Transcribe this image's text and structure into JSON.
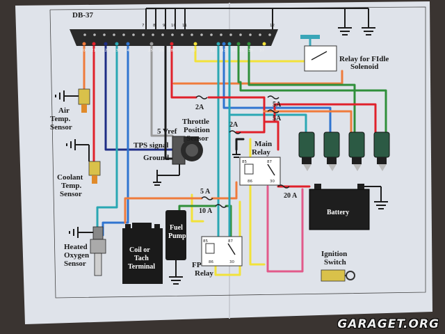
{
  "diagram": {
    "connector_title": "DB-37",
    "top_pins": [
      "7",
      "8",
      "9",
      "10",
      "11",
      "12"
    ],
    "bottom_pins": [
      "20",
      "21",
      "22",
      "23",
      "24",
      "25",
      "26",
      "28",
      "30",
      "32",
      "33",
      "34",
      "35",
      "36",
      "37"
    ],
    "labels": {
      "relay_fidle": "Relay for FIdle Solenoid",
      "air_temp": "Air Temp. Sensor",
      "coolant_temp": "Coolant Temp. Sensor",
      "throttle_position": "Throttle Position Sensor",
      "vref": "5 Vref",
      "tps_signal": "TPS signal",
      "ground": "Ground",
      "main_relay": "Main Relay",
      "battery": "Battery",
      "heated_oxygen": "Heated Oxygen Sensor",
      "coil": "Coil or Tach Terminal",
      "fuel_pump": "Fuel Pump",
      "fp_relay": "FP Relay",
      "ignition_switch": "Ignition Switch"
    },
    "relay_pins": [
      "85",
      "86",
      "87",
      "30"
    ],
    "fuses": {
      "f2a_top": "2A",
      "f5a_a": "5A",
      "f5a_b": "5A",
      "f2a_mid": "2A",
      "f5a_low": "5 A",
      "f10a": "10 A",
      "f20a": "20 A"
    },
    "colors": {
      "paper": "#dfe3ea",
      "red": "#e0212b",
      "orange": "#ef7b3c",
      "yellow": "#f2e23a",
      "blue": "#2f74d0",
      "teal": "#2aa7b3",
      "green": "#2f8f3a",
      "gray": "#9a9a9a",
      "black": "#1b1b1b",
      "darkblue": "#1f2e86",
      "injector": "#2c5a44"
    }
  },
  "watermark": "GARAGET.ORG"
}
